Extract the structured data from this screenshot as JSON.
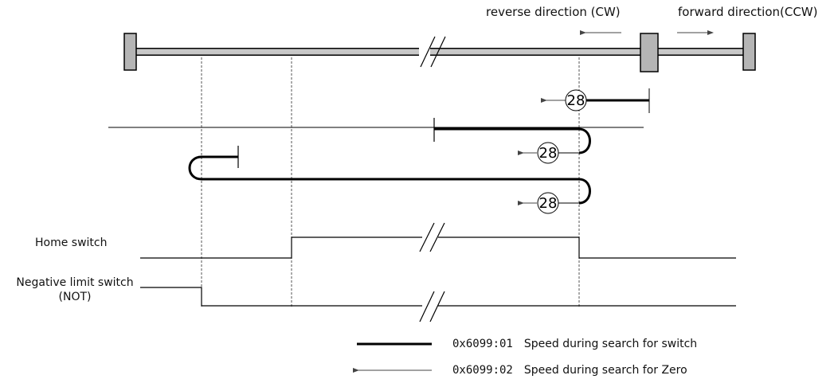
{
  "directions": {
    "reverse": "reverse direction (CW)",
    "forward": "forward direction(CCW)"
  },
  "speed_marker": "28",
  "signals": {
    "home_switch": "Home switch",
    "negative_limit_line1": "Negative limit switch",
    "negative_limit_line2": "(NOT)"
  },
  "legend": {
    "items": [
      {
        "code": "0x6099:01",
        "description": "Speed during search for switch",
        "style": "thick-line"
      },
      {
        "code": "0x6099:02",
        "description": "Speed during search for Zero",
        "style": "arrow-line"
      }
    ]
  },
  "colors": {
    "shaft": "#c8c8c8",
    "block": "#b5b5b5",
    "line": "#000000",
    "dashed": "#555555",
    "arrow": "#555555"
  }
}
